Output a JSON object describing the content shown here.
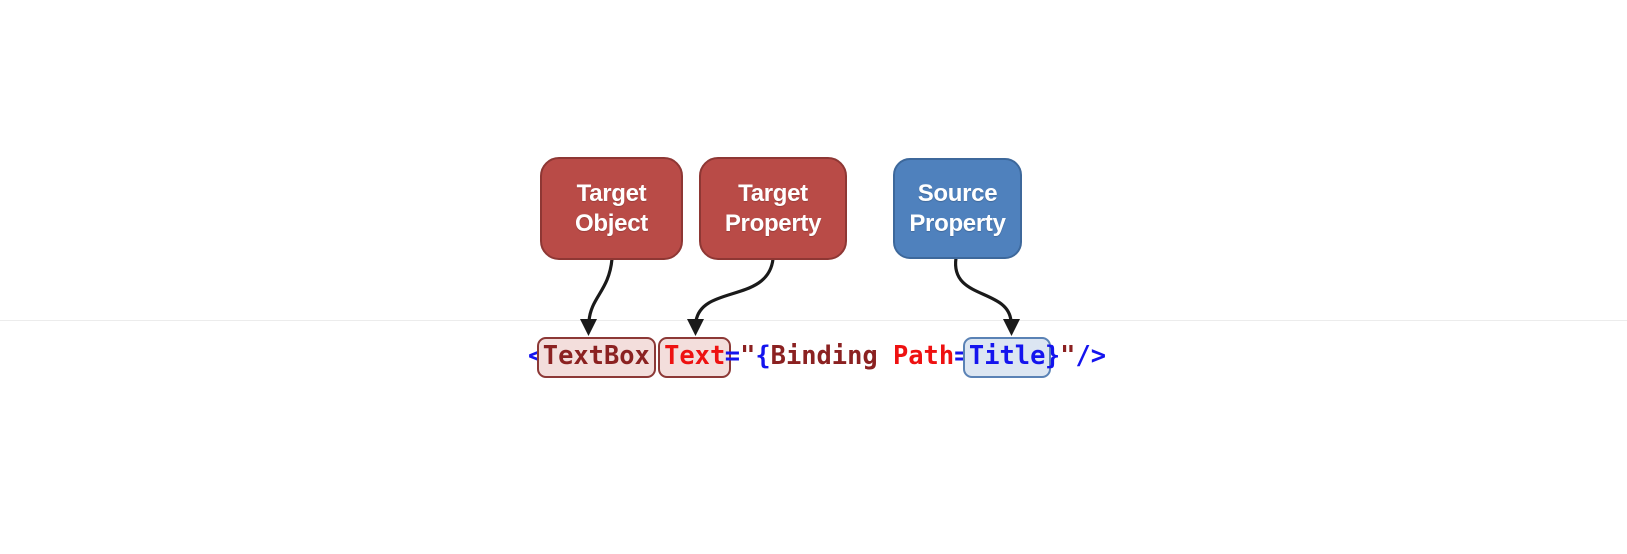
{
  "colors": {
    "red_box_fill": "#B94B47",
    "red_box_border": "#8E3734",
    "blue_box_fill": "#4F81BD",
    "blue_box_border": "#3D689B",
    "light_red_fill": "#F3DEDC",
    "light_red_border": "#8C3836",
    "light_blue_fill": "#DCE6F2",
    "light_blue_border": "#5A82B5",
    "code_blue": "#1414EE",
    "code_maroon": "#8B2121",
    "code_red": "#EE1111",
    "arrow_color": "#1A1A1A",
    "box_label_color": "#FFFFFF"
  },
  "boxes": {
    "target_object": {
      "line1": "Target",
      "line2": "Object"
    },
    "target_property": {
      "line1": "Target",
      "line2": "Property"
    },
    "source_property": {
      "line1": "Source",
      "line2": "Property"
    }
  },
  "code": {
    "open_angle": "<",
    "textbox_token": "TextBox",
    "space": " ",
    "text_token": "Text",
    "equals_1": "=",
    "open_quote": "\"",
    "open_brace": "{",
    "binding_keyword": "Binding",
    "path_keyword": "Path",
    "equals_2": "=",
    "title_token": "Title",
    "close_brace": "}",
    "close_quote": "\"",
    "self_close": "/>"
  }
}
